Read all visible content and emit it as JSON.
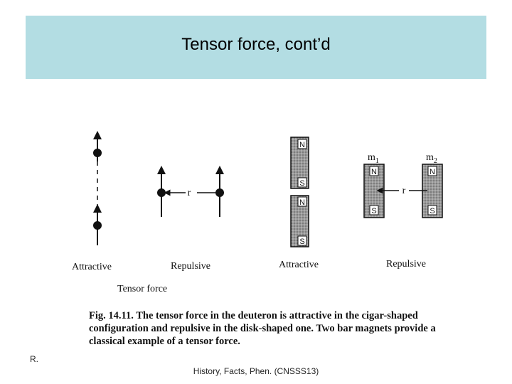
{
  "title": "Tensor force, cont’d",
  "figure": {
    "labels": {
      "attractive_left": "Attractive",
      "repulsive_left": "Repulsive",
      "attractive_right": "Attractive",
      "repulsive_right": "Repulsive",
      "tensor_force": "Tensor force",
      "r_left": "r",
      "r_right": "r",
      "m1": "m",
      "m1_sub": "1",
      "m2": "m",
      "m2_sub": "2",
      "north": "N",
      "south": "S"
    },
    "caption_fig_no": "Fig. 14.11.",
    "caption_text": "The tensor force in the deuteron is attractive in the cigar-shaped configuration and repulsive in the disk-shaped one. Two bar magnets provide a classical example of a tensor force."
  },
  "footer": {
    "left": "R.",
    "center": "History, Facts, Phen. (CNSSS13)"
  }
}
